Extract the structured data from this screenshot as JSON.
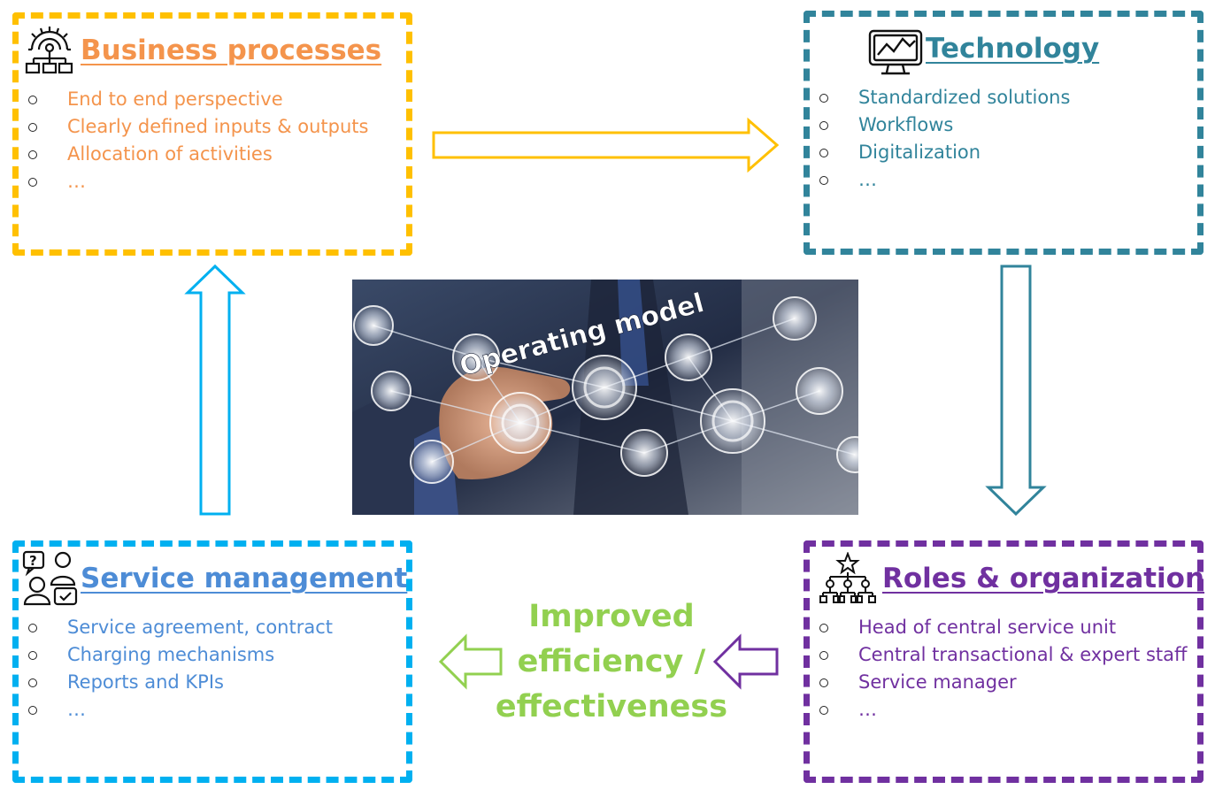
{
  "center": {
    "label": "Operating model",
    "result_lines": [
      "Improved",
      "efficiency /",
      "effectiveness"
    ]
  },
  "colors": {
    "business": "#FFC000",
    "business_text": "#F4944C",
    "technology": "#31849B",
    "service": "#00B0F0",
    "service_text": "#4D8CD6",
    "roles": "#7030A0",
    "result": "#92D050"
  },
  "business": {
    "title": "Business processes",
    "icon": "gear-flowchart-icon",
    "items": [
      "End to end perspective",
      "Clearly defined inputs & outputs",
      "Allocation of activities",
      "…"
    ]
  },
  "technology": {
    "title": "Technology",
    "icon": "monitor-chart-icon",
    "items": [
      "Standardized solutions",
      "Workflows",
      "Digitalization",
      "…"
    ]
  },
  "service": {
    "title": "Service management",
    "icon": "people-conversation-icon",
    "items": [
      "Service agreement, contract",
      "Charging mechanisms",
      "Reports and KPIs",
      "…"
    ]
  },
  "roles": {
    "title": "Roles & organization",
    "icon": "org-chart-icon",
    "items": [
      "Head of central service unit",
      "Central transactional & expert staff",
      "Service manager",
      "…"
    ]
  }
}
